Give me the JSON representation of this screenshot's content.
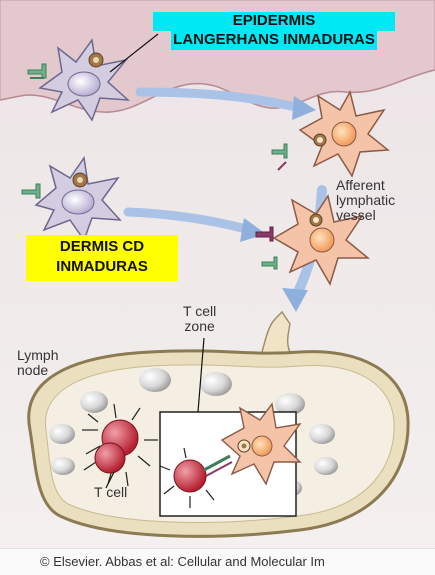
{
  "labels": {
    "epidermis_line1": "EPIDERMIS",
    "epidermis_line2": "LANGERHANS INMADURAS",
    "dermis_line1": "DERMIS  CD",
    "dermis_line2": "INMADURAS",
    "afferent_vessel": "Afferent\nlymphatic\nvessel",
    "t_cell_zone": "T cell\nzone",
    "lymph_node": "Lymph\nnode",
    "t_cell": "T cell"
  },
  "footer": {
    "credit": "© Elsevier. Abbas et al: Cellular and Molecular Im"
  },
  "colors": {
    "epidermis_highlight": "#00e8f4",
    "dermis_highlight": "#ffff00",
    "skin_band": "#e7d3d6",
    "dendritic_immature": "#cfc7dc",
    "dendritic_mature": "#f6c2a6",
    "t_cell": "#c93a4b",
    "arrow": "#6f97cc"
  }
}
